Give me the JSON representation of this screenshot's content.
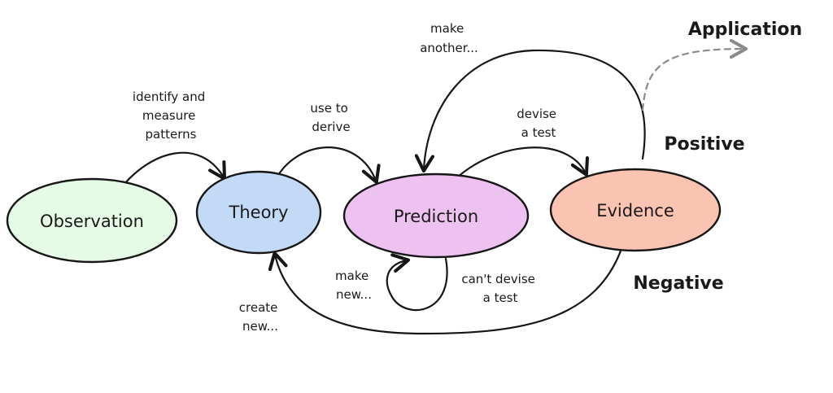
{
  "nodes": {
    "observation": {
      "label": "Observation",
      "color": "#e6fbe6"
    },
    "theory": {
      "label": "Theory",
      "color": "#c2daf5"
    },
    "prediction": {
      "label": "Prediction",
      "color": "#eec2f0"
    },
    "evidence": {
      "label": "Evidence",
      "color": "#fbc3b2"
    }
  },
  "edges": {
    "observation_to_theory": {
      "lines": [
        "identify and",
        "measure",
        "patterns"
      ]
    },
    "theory_to_prediction": {
      "lines": [
        "use to",
        "derive"
      ]
    },
    "prediction_to_evidence": {
      "lines": [
        "devise",
        "a test"
      ]
    },
    "evidence_to_prediction": {
      "lines": [
        "make",
        "another..."
      ]
    },
    "prediction_self_loop": {
      "lines": [
        "make",
        "new..."
      ]
    },
    "cant_devise_test": {
      "lines": [
        "can't devise",
        "a test"
      ]
    },
    "evidence_to_theory": {
      "lines": [
        "create",
        "new..."
      ]
    }
  },
  "branches": {
    "positive": "Positive",
    "negative": "Negative",
    "application": "Application"
  }
}
